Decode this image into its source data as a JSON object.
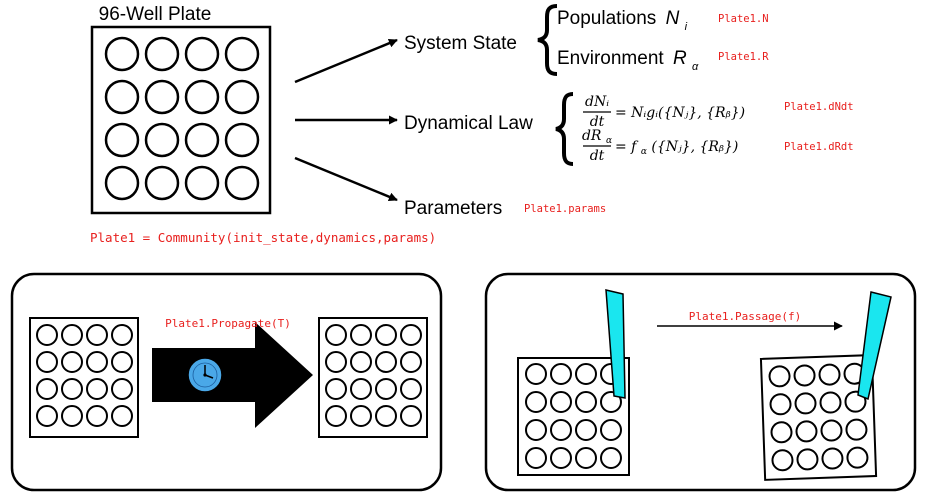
{
  "plate_title": "96-Well Plate",
  "branches": {
    "system_state": "System State",
    "populations": "Populations",
    "populations_symbol": "N",
    "populations_subscript": "i",
    "populations_code": "Plate1.N",
    "environment": "Environment",
    "environment_symbol": "R",
    "environment_subscript": "α",
    "environment_code": "Plate1.R",
    "dynamical_law": "Dynamical Law",
    "dNdt_numerator": "dNᵢ",
    "dNdt_denominator": "dt",
    "dNdt_rhs": "= Nᵢgᵢ({Nⱼ}, {Rᵦ})",
    "dNdt_code": "Plate1.dNdt",
    "dRdt_numerator": "dR",
    "dRdt_numerator_sub": "α",
    "dRdt_denominator": "dt",
    "dRdt_rhs": "= f",
    "dRdt_rhs_sub": "α",
    "dRdt_rhs_args": "({Nⱼ}, {Rᵦ})",
    "dRdt_code": "Plate1.dRdt",
    "parameters": "Parameters",
    "parameters_code": "Plate1.params"
  },
  "constructor_code": "Plate1 = Community(init_state,dynamics,params)",
  "propagate_code": "Plate1.Propagate(T)",
  "passage_code": "Plate1.Passage(f)",
  "colors": {
    "code": "#e8201e",
    "pipette": "#1ae6ef",
    "clock": "#4aa8e8",
    "ink": "#000000"
  },
  "icons": [
    "clock-icon",
    "pipette-icon"
  ]
}
